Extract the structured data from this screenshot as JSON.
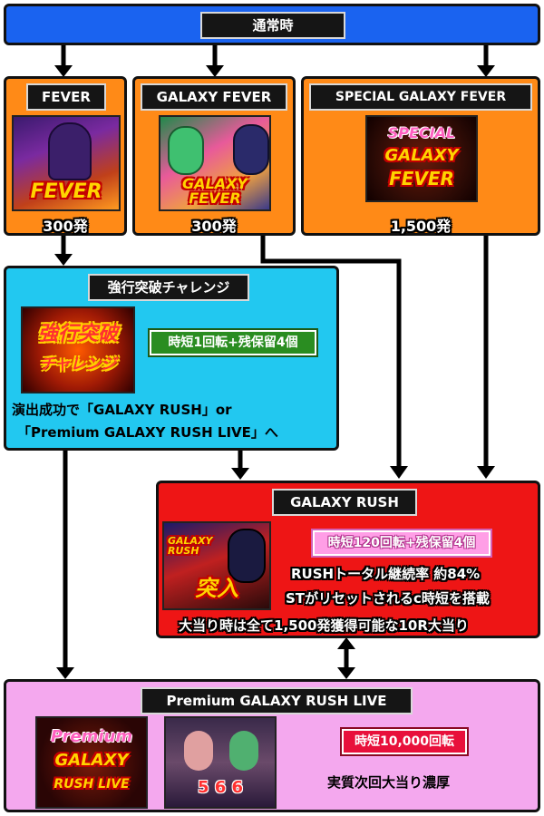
{
  "nodes": {
    "normal": {
      "title": "通常時"
    },
    "fever": {
      "title": "FEVER",
      "payout": "300発",
      "logo": "FEVER"
    },
    "galaxy_fever": {
      "title": "GALAXY FEVER",
      "payout": "300発",
      "logo": "GALAXY FEVER"
    },
    "special_galaxy_fever": {
      "title": "SPECIAL GALAXY FEVER",
      "payout": "1,500発",
      "logo_l1": "SPECIAL",
      "logo_l2": "GALAXY",
      "logo_l3": "FEVER"
    },
    "challenge": {
      "title": "強行突破チャレンジ",
      "badge": "時短1回転+残保留4個",
      "desc_line1": "演出成功で「GALAXY RUSH」or",
      "desc_line2": "「Premium GALAXY RUSH LIVE」へ",
      "logo_l1": "強行突破",
      "logo_l2": "チャレンジ"
    },
    "galaxy_rush": {
      "title": "GALAXY RUSH",
      "badge": "時短120回転+残保留4個",
      "line1": "RUSHトータル継続率 約84%",
      "line2": "STがリセットされるc時短を搭載",
      "line3": "大当り時は全て1,500発獲得可能な10R大当り",
      "logo_l1": "GALAXY RUSH",
      "logo_l2": "突入"
    },
    "premium_live": {
      "title": "Premium GALAXY RUSH LIVE",
      "badge": "時短10,000回転",
      "note": "実質次回大当り濃厚",
      "logo_l1": "Premium",
      "logo_l2": "GALAXY",
      "logo_l3": "RUSH LIVE",
      "screen_digits": "5 6 6"
    }
  },
  "colors": {
    "normal_bg": "#1a63f0",
    "fever_bg": "#ff8a17",
    "challenge_bg": "#22c8f0",
    "rush_bg": "#ee1515",
    "premium_bg": "#f4a8ee",
    "arrow": "#000000"
  }
}
